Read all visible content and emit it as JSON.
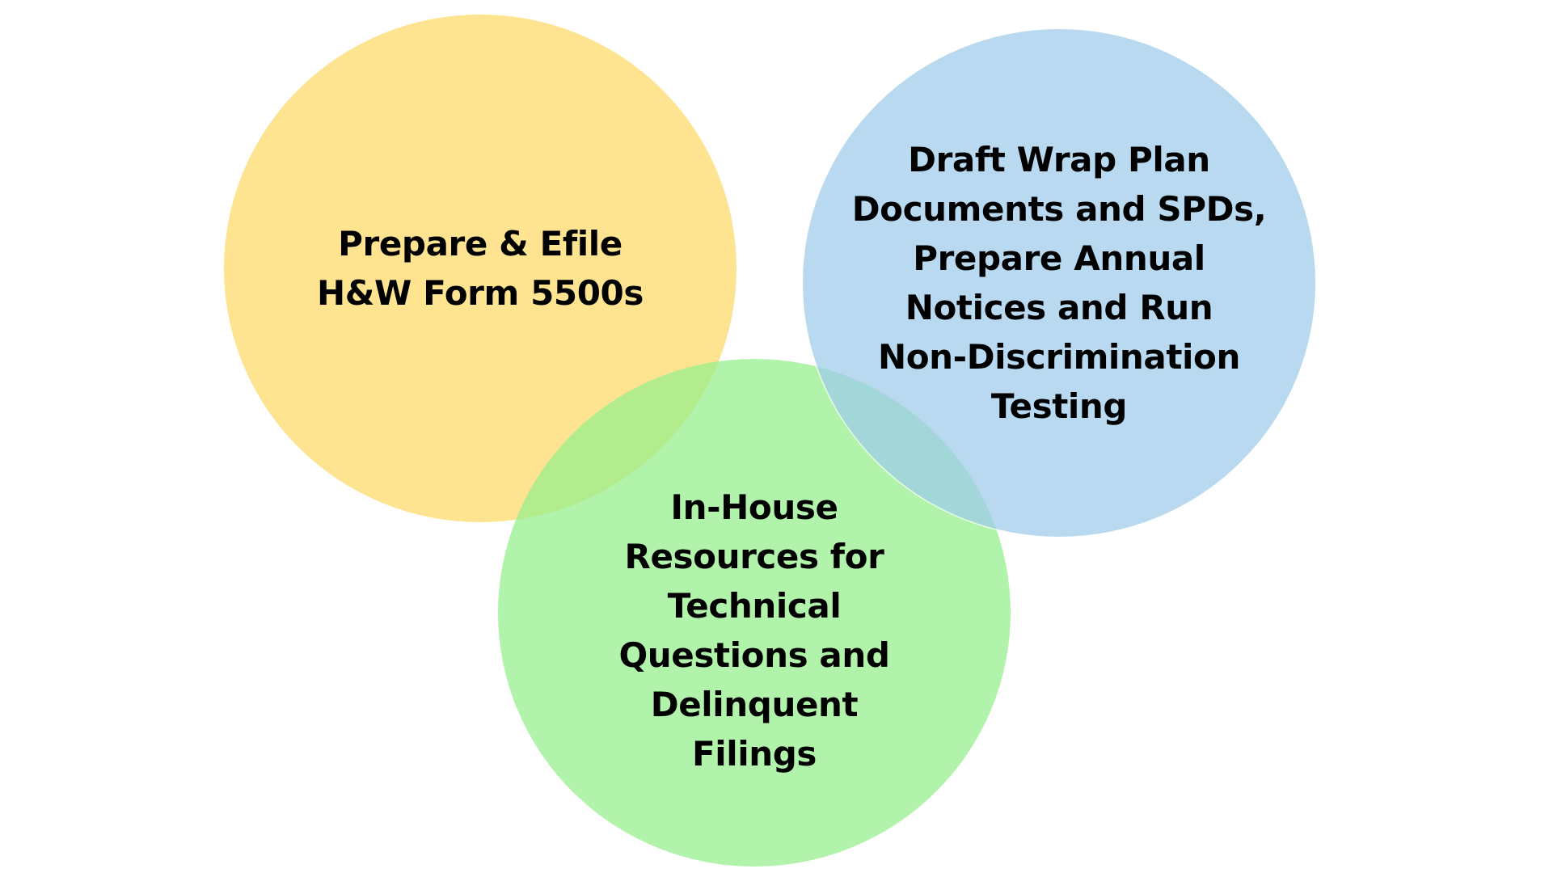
{
  "diagram": {
    "type": "venn",
    "circles": [
      {
        "id": "yellow",
        "color": "#FDD966",
        "label_lines": [
          "Prepare & Efile",
          "H&W Form 5500s"
        ]
      },
      {
        "id": "blue",
        "color": "#9DCBEA",
        "label_lines": [
          "Draft Wrap Plan",
          "Documents and SPDs,",
          "Prepare Annual",
          "Notices and Run",
          "Non-Discrimination",
          "Testing"
        ]
      },
      {
        "id": "green",
        "color": "#94EF8A",
        "label_lines": [
          "In-House",
          "Resources for",
          "Technical",
          "Questions and",
          "Delinquent",
          "Filings"
        ]
      }
    ]
  }
}
